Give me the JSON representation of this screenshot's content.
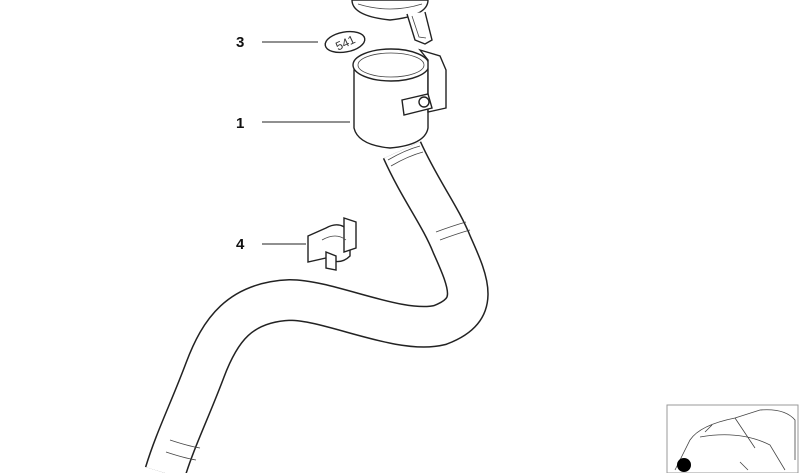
{
  "callouts": [
    {
      "number": "3",
      "part": "tag"
    },
    {
      "number": "1",
      "part": "filler-neck"
    },
    {
      "number": "4",
      "part": "clip"
    }
  ],
  "tag_text": "541",
  "marker_color": "#000000"
}
